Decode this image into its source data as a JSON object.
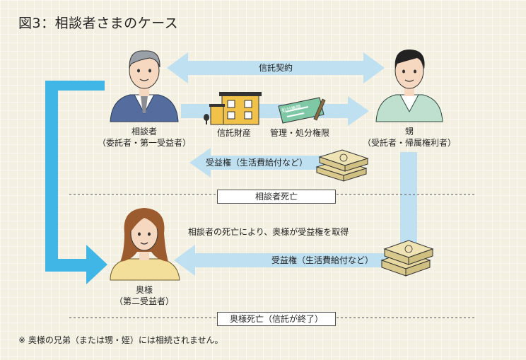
{
  "title": "図3：相談者さまのケース",
  "nodes": {
    "client": {
      "name": "相談者",
      "role": "（委託者・第一受益者）"
    },
    "nephew": {
      "name": "甥",
      "role": "（受託者・帰属権利者）"
    },
    "wife": {
      "name": "奥様",
      "role": "（第二受益者）"
    }
  },
  "labels": {
    "trust_contract": "信託契約",
    "trust_property": "信託財産",
    "management_right": "管理・処分権限",
    "benefit_1": "受益権（生活費給付など）",
    "benefit_2": "受益権（生活費給付など）",
    "inherit_text": "相談者の死亡により、奥様が受益権を取得",
    "card_text": "処分権限"
  },
  "phases": {
    "client_death": "相談者死亡",
    "wife_death": "奥様死亡（信託が終了）"
  },
  "footnote": "※ 奥様の兄弟（または甥・姪）には相続されません。",
  "colors": {
    "arrow_light": "#bfe0f0",
    "arrow_strong": "#3fb6e6",
    "background": "#f3efe1"
  }
}
